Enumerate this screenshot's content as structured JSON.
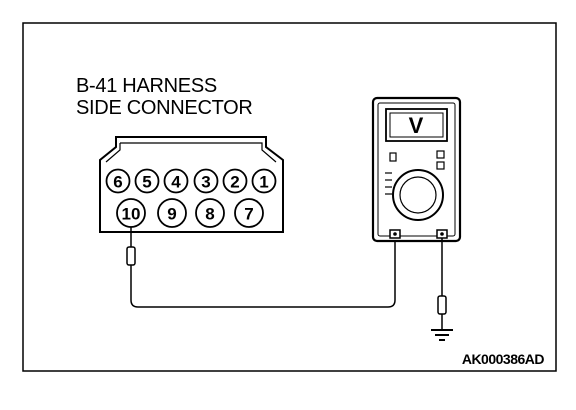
{
  "title": {
    "line1": "B-41 HARNESS",
    "line2": "SIDE CONNECTOR"
  },
  "connector": {
    "top_row": [
      "6",
      "5",
      "4",
      "3",
      "2",
      "1"
    ],
    "bottom_row": [
      "10",
      "9",
      "8",
      "7"
    ],
    "probed_pin": "10"
  },
  "meter": {
    "display_symbol": "V"
  },
  "footer": {
    "code": "AK000386AD"
  }
}
